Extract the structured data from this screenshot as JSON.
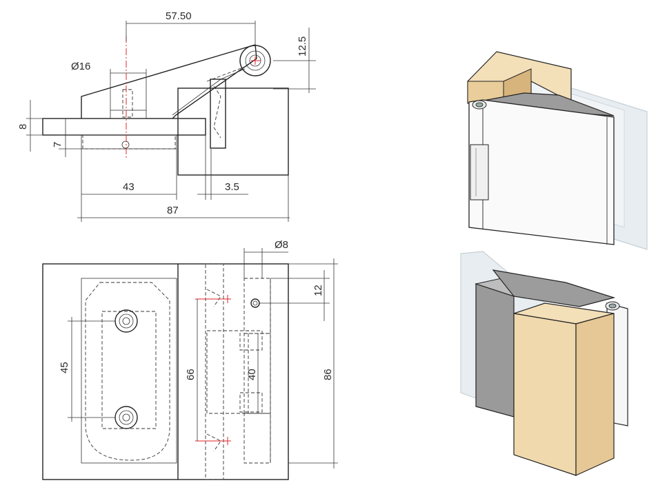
{
  "dimensions": {
    "top": {
      "d5750": "57.50",
      "d125": "12.5",
      "dia16": "Ø16",
      "d8": "8",
      "d7": "7",
      "d43": "43",
      "d35": "3.5",
      "d87": "87"
    },
    "plan": {
      "dia8": "Ø8",
      "d12": "12",
      "d45": "45",
      "d66": "66",
      "d40": "40",
      "d86": "86"
    }
  },
  "colors": {
    "wood_light": "#f3dfb8",
    "wood_mid": "#e9cd9a",
    "wood_dark": "#d6b47c",
    "metal": "#9c9c9c",
    "glass": "#e7edf1",
    "hinge_white": "#fafafa",
    "centerline": "#e0242a"
  }
}
